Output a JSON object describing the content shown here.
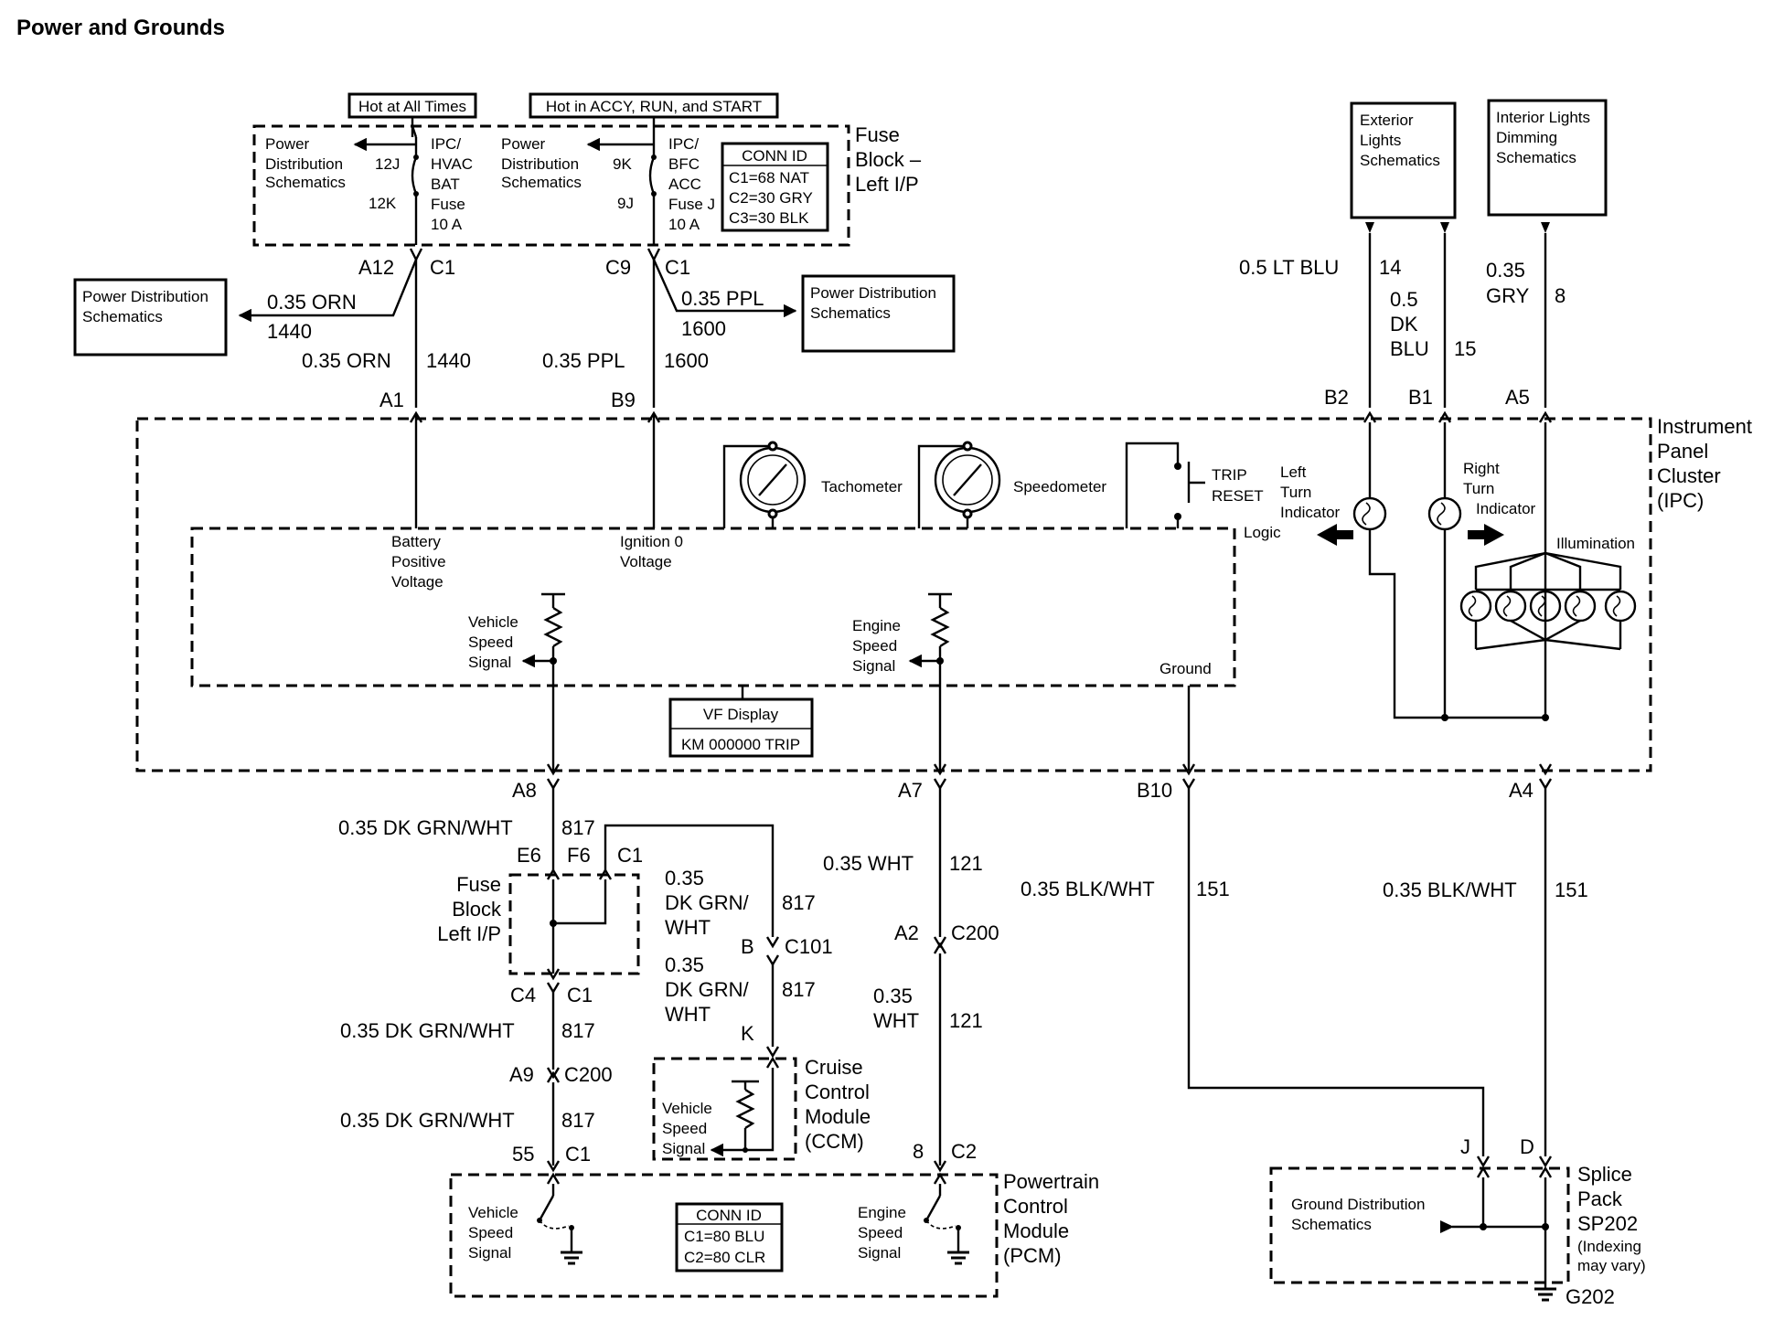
{
  "title": "Power and Grounds",
  "fuse_block_top": {
    "name": "Fuse Block – Left I/P",
    "name_lines": [
      "Fuse",
      "Block –",
      "Left I/P"
    ],
    "hot_at_all_times": "Hot at All Times",
    "hot_in_accy": "Hot in ACCY, RUN, and START",
    "left_fuse": {
      "dist": [
        "Power",
        "Distribution",
        "Schematics"
      ],
      "term_top": "12J",
      "term_bottom": "12K",
      "label": [
        "IPC/",
        "HVAC",
        "BAT",
        "Fuse",
        "10 A"
      ]
    },
    "right_fuse": {
      "dist": [
        "Power",
        "Distribution",
        "Schematics"
      ],
      "term_top": "9K",
      "term_bottom": "9J",
      "label": [
        "IPC/",
        "BFC",
        "ACC",
        "Fuse J",
        "10 A"
      ]
    },
    "conn_id": {
      "title": "CONN ID",
      "lines": [
        "C1=68 NAT",
        "C2=30 GRY",
        "C3=30 BLK"
      ]
    }
  },
  "wires_top": {
    "a12": "A12",
    "c1_left": "C1",
    "c9": "C9",
    "c1_right": "C1",
    "orn_branch": {
      "size": "0.35 ORN",
      "circuit": "1440"
    },
    "orn_main": {
      "size": "0.35 ORN",
      "circuit": "1440"
    },
    "ppl_branch": {
      "size": "0.35 PPL",
      "circuit": "1600"
    },
    "ppl_main": {
      "size": "0.35 PPL",
      "circuit": "1600"
    },
    "pd_left": [
      "Power Distribution",
      "Schematics"
    ],
    "pd_right": [
      "Power Distribution",
      "Schematics"
    ],
    "a1": "A1",
    "b9": "B9"
  },
  "right_top": {
    "exterior": [
      "Exterior",
      "Lights",
      "Schematics"
    ],
    "interior": [
      "Interior Lights",
      "Dimming",
      "Schematics"
    ],
    "lt_blu": {
      "size": "0.5 LT BLU",
      "circuit": "14"
    },
    "dk_blu": {
      "size": [
        "0.5",
        "DK",
        "BLU"
      ],
      "circuit": "15"
    },
    "gry": {
      "size": [
        "0.35",
        "GRY"
      ],
      "circuit": "8"
    },
    "b2": "B2",
    "b1": "B1",
    "a5": "A5"
  },
  "ipc": {
    "name": [
      "Instrument",
      "Panel",
      "Cluster",
      "(IPC)"
    ],
    "tachometer": "Tachometer",
    "speedometer": "Speedometer",
    "trip_reset": [
      "TRIP",
      "RESET"
    ],
    "left_turn": [
      "Left",
      "Turn",
      "Indicator"
    ],
    "right_turn": [
      "Right",
      "Turn",
      "Indicator"
    ],
    "logic": "Logic",
    "illumination": "Illumination",
    "battery": [
      "Battery",
      "Positive",
      "Voltage"
    ],
    "ignition": [
      "Ignition 0",
      "Voltage"
    ],
    "vss": [
      "Vehicle",
      "Speed",
      "Signal"
    ],
    "ess": [
      "Engine",
      "Speed",
      "Signal"
    ],
    "ground": "Ground",
    "vf_display": {
      "title": "VF Display",
      "value": "KM 000000 TRIP"
    }
  },
  "lower": {
    "a8": "A8",
    "a7": "A7",
    "b10": "B10",
    "a4": "A4",
    "dkgrn_1": {
      "size": "0.35 DK GRN/WHT",
      "circuit": "817"
    },
    "e6": "E6",
    "f6": "F6",
    "c1_a": "C1",
    "fuse_block": [
      "Fuse",
      "Block",
      "Left I/P"
    ],
    "c4": "C4",
    "c1_b": "C1",
    "dkgrn_2": {
      "size": "0.35 DK GRN/WHT",
      "circuit": "817"
    },
    "a9": "A9",
    "c200_a": "C200",
    "dkgrn_3": {
      "size": "0.35 DK GRN/WHT",
      "circuit": "817"
    },
    "pin55": "55",
    "c1_c": "C1",
    "ccm_wire_1": {
      "size": [
        "0.35",
        "DK GRN/",
        "WHT"
      ],
      "circuit": "817"
    },
    "b": "B",
    "c101": "C101",
    "ccm_wire_2": {
      "size": [
        "0.35",
        "DK GRN/",
        "WHT"
      ],
      "circuit": "817"
    },
    "k": "K",
    "ccm_name": [
      "Cruise",
      "Control",
      "Module",
      "(CCM)"
    ],
    "ccm_vss": [
      "Vehicle",
      "Speed",
      "Signal"
    ],
    "wht_1": {
      "size": "0.35 WHT",
      "circuit": "121"
    },
    "a2": "A2",
    "c200_b": "C200",
    "wht_2": {
      "size": [
        "0.35",
        "WHT"
      ],
      "circuit": "121"
    },
    "pin8": "8",
    "c2": "C2",
    "blk_1": {
      "size": "0.35 BLK/WHT",
      "circuit": "151"
    },
    "blk_2": {
      "size": "0.35 BLK/WHT",
      "circuit": "151"
    },
    "pcm_name": [
      "Powertrain",
      "Control",
      "Module",
      "(PCM)"
    ],
    "pcm_vss": [
      "Vehicle",
      "Speed",
      "Signal"
    ],
    "pcm_ess": [
      "Engine",
      "Speed",
      "Signal"
    ],
    "pcm_conn": {
      "title": "CONN ID",
      "lines": [
        "C1=80 BLU",
        "C2=80 CLR"
      ]
    },
    "j": "J",
    "d": "D",
    "ground_dist": [
      "Ground Distribution",
      "Schematics"
    ],
    "splice_name": [
      "Splice",
      "Pack",
      "SP202"
    ],
    "indexing": [
      "(Indexing",
      "may vary)"
    ],
    "g202": "G202"
  }
}
